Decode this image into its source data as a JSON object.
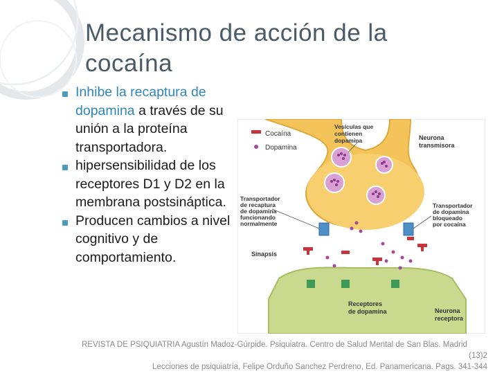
{
  "slide": {
    "title_line1": "Mecanismo de acción de la",
    "title_line2": "cocaína",
    "bullets": [
      {
        "highlight": "Inhibe la recaptura de dopamina",
        "rest": " a través de su unión a la proteína transportadora."
      },
      {
        "text": "hipersensibilidad de los receptores D1 y D2 en la membrana postsináptica."
      },
      {
        "text": "Producen cambios a nivel  cognitivo y de comportamiento."
      }
    ],
    "citation_line1": "REVISTA DE PSIQUIATRIA Agustín Madoz-Gúrpide. Psiquiatra. Centro de Salud Mental de San Blas. Madrid",
    "citation_line2": "(13)2",
    "citation_line3": "Lecciones de psiquiatría, Felipe Orduño Sanchez Perdreno, Ed. Panamericana. Pags. 341-344"
  },
  "figure": {
    "legend_cocaine": "Cocaína",
    "legend_dopamine": "Dopamina",
    "label_vesicles": [
      "Vesículas que",
      "contienen",
      "dopamina"
    ],
    "label_transmitter": [
      "Neurona",
      "transmisora"
    ],
    "label_transporter_ok": [
      "Transportador",
      "de recaptura",
      "de dopamina",
      "funcionando",
      "normalmente"
    ],
    "label_transporter_blocked": [
      "Transportador",
      "de dopamina",
      "bloqueado",
      "por cocaína"
    ],
    "label_synapse": "Sinapsis",
    "label_receptors": [
      "Receptores",
      "de dopamina"
    ],
    "label_receiver": [
      "Neurona",
      "receptora"
    ],
    "colors": {
      "neuron_top": "#f4c45a",
      "neuron_bottom": "#c9d98e",
      "vesicle": "#c585c0",
      "cocaine": "#c8343a",
      "transporter": "#4f8fc8",
      "receptor": "#3f9a5a"
    }
  }
}
